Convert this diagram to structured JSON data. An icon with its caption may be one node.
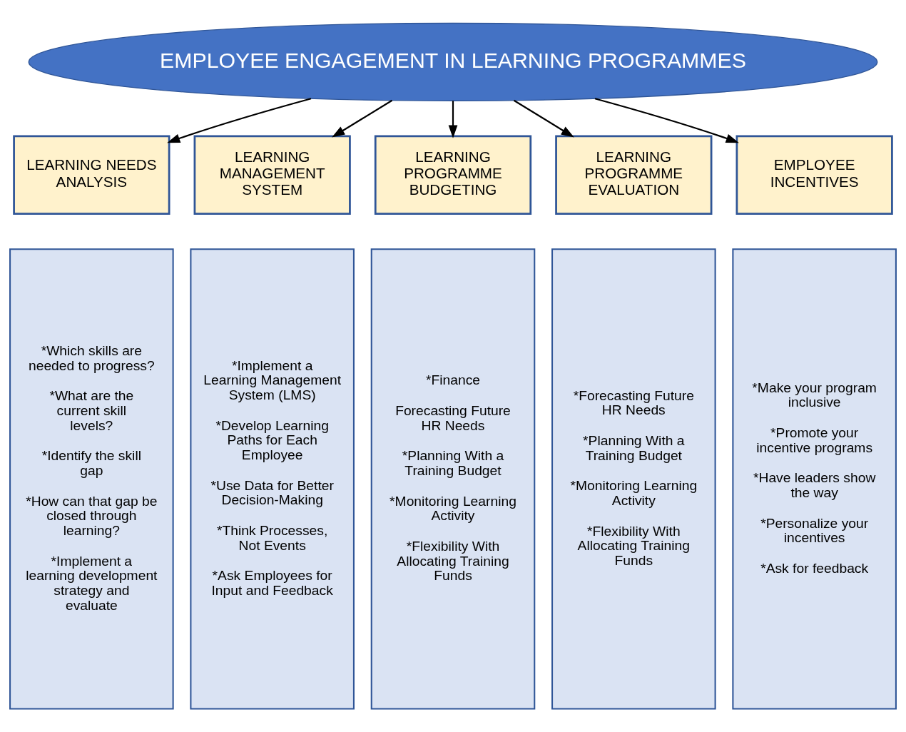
{
  "diagram": {
    "nodes": [
      {
        "text": [
          "EMPLOYEE ENGAGEMENT IN LEARNING PROGRAMMES"
        ]
      },
      {
        "text": [
          "LEARNING NEEDS ANALYSIS"
        ]
      },
      {
        "text": [
          "LEARNING MANAGEMENT SYSTEM"
        ]
      },
      {
        "text": [
          "LEARNING PROGRAMME BUDGETING"
        ]
      },
      {
        "text": [
          "LEARNING PROGRAMME EVALUATION"
        ]
      },
      {
        "text": [
          "EMPLOYEE INCENTIVES"
        ]
      },
      {
        "text": [
          "*Which skills are needed to progress?",
          "*What are the current skill levels?",
          "*Identify the skill gap",
          "*How can that gap be closed through learning?",
          "*Implement a learning development strategy and evaluate"
        ]
      },
      {
        "text": [
          "*Implement a Learning Management System (LMS)",
          "*Develop Learning Paths for Each Employee",
          "*Use Data for Better Decision-Making",
          "*Think Processes, Not Events",
          "*Ask Employees for Input and Feedback"
        ]
      },
      {
        "text": [
          "*Finance",
          "Forecasting Future HR Needs",
          "*Planning With a Training Budget",
          "*Monitoring Learning Activity",
          "*Flexibility With Allocating Training Funds"
        ]
      },
      {
        "text": [
          "*Forecasting Future HR Needs",
          "*Planning With a Training Budget",
          "*Monitoring Learning Activity",
          "*Flexibility With Allocating Training Funds"
        ]
      },
      {
        "text": [
          "*Make your program inclusive",
          "*Promote your incentive programs",
          "*Have leaders show the way",
          "*Personalize your incentives",
          "*Ask for feedback"
        ]
      }
    ],
    "edges": [
      {
        "from": 0,
        "to": 1,
        "arrow": "to"
      },
      {
        "from": 0,
        "to": 2,
        "arrow": "to"
      },
      {
        "from": 0,
        "to": 3,
        "arrow": "to"
      },
      {
        "from": 0,
        "to": 4,
        "arrow": "to"
      },
      {
        "from": 0,
        "to": 5,
        "arrow": "to"
      }
    ]
  }
}
